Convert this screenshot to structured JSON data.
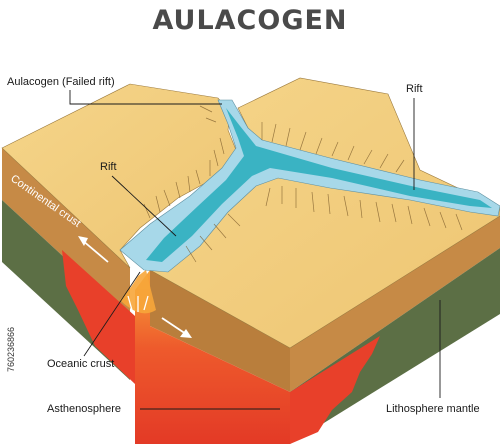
{
  "title": "AULACOGEN",
  "labels": {
    "aulacogen": "Aulacogen (Failed rift)",
    "rift_left": "Rift",
    "rift_right": "Rift",
    "continental_crust": "Continental crust",
    "oceanic_crust": "Oceanic crust",
    "asthenosphere": "Asthenosphere",
    "lithosphere_mantle": "Lithosphere mantle"
  },
  "watermark": "760236866",
  "colors": {
    "land_top": "#f2cf7c",
    "land_shade": "#e3b866",
    "crust_side": "#c68a46",
    "crust_side_dark": "#a87034",
    "mantle": "#5c6f45",
    "asthenosphere": "#e8402a",
    "magma_hot": "#f7a63a",
    "rift_light": "#a7d8e9",
    "rift_dark": "#3ab3c3"
  }
}
